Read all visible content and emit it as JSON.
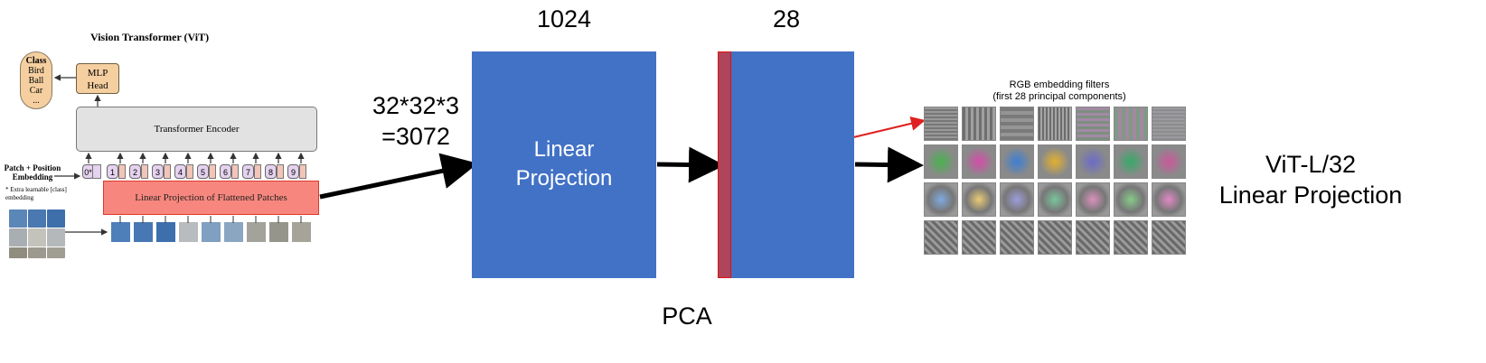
{
  "vit": {
    "title": "Vision Transformer (ViT)",
    "class_head": {
      "title": "Class",
      "items": [
        "Bird",
        "Ball",
        "Car",
        "..."
      ]
    },
    "mlp_head": "MLP Head",
    "encoder": "Transformer Encoder",
    "patch_label": "Patch + Position Embedding",
    "extra_label": "* Extra learnable [class] embedding",
    "linear_projection": "Linear Projection of Flattened Patches",
    "tokens": [
      "0*",
      "1",
      "2",
      "3",
      "4",
      "5",
      "6",
      "7",
      "8",
      "9"
    ]
  },
  "input_dim": {
    "line1": "32*32*3",
    "line2": "=3072"
  },
  "block1": {
    "dim": "1024",
    "label_line1": "Linear",
    "label_line2": "Projection",
    "color": "#4272c6"
  },
  "block2": {
    "dim": "28",
    "color": "#4272c6",
    "highlight_color": "#b0445a"
  },
  "pca_label": "PCA",
  "filters": {
    "title_line1": "RGB embedding filters",
    "title_line2": "(first 28 principal components)",
    "rows": 4,
    "cols": 7
  },
  "right_label": {
    "line1": "ViT-L/32",
    "line2": "Linear Projection"
  },
  "colors": {
    "arrow": "#000000",
    "red_arrow": "#e02020"
  }
}
